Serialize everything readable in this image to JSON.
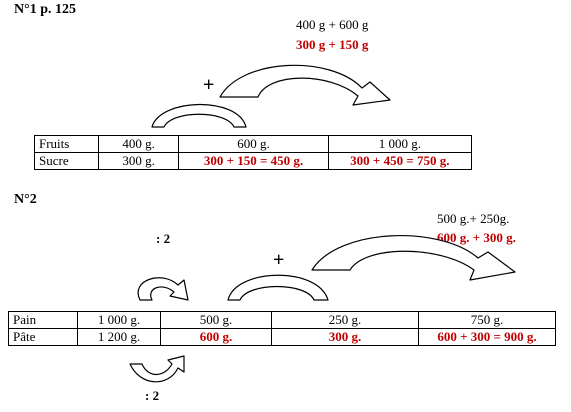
{
  "exercise1": {
    "title": "N°1 p. 125",
    "expr_black": "400 g + 600 g",
    "expr_red": "300 g + 150 g",
    "plus": "+",
    "table": [
      [
        "Fruits",
        "400 g.",
        "600 g.",
        "1 000 g."
      ],
      [
        "Sucre",
        "300 g.",
        "300 + 150 = 450 g.",
        "300 + 450 = 750 g."
      ]
    ]
  },
  "exercise2": {
    "title": "N°2",
    "div_top": ": 2",
    "div_bottom": ": 2",
    "plus": "+",
    "expr_black": "500 g.+ 250g.",
    "expr_red": "600 g. + 300 g.",
    "table": [
      [
        "Pain",
        "1 000 g.",
        "500 g.",
        "250 g.",
        "750 g."
      ],
      [
        "Pâte",
        "1 200 g.",
        "600 g.",
        "300 g.",
        "600 + 300 = 900 g."
      ]
    ]
  },
  "colors": {
    "answer": "#c00000",
    "arrow_fill": "#ffffff",
    "arrow_stroke": "#000000"
  }
}
